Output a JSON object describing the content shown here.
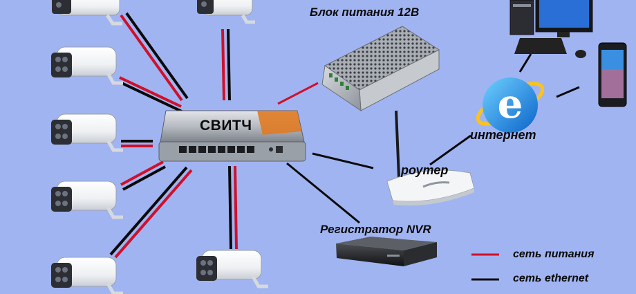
{
  "labels": {
    "switch": "СВИТЧ",
    "power_supply": "Блок питания 12В",
    "internet": "интернет",
    "router": "роутер",
    "nvr": "Регистратор NVR"
  },
  "legend": {
    "power": "сеть питания",
    "ethernet": "сеть ethernet"
  },
  "colors": {
    "background": "#a0b4f2",
    "power_line": "#d0102a",
    "ethernet_line": "#0a0a0a"
  },
  "icons": {
    "cameras": "cctv-camera-icon",
    "switch": "network-switch-icon",
    "power_supply": "power-supply-icon",
    "router": "wifi-router-icon",
    "nvr": "nvr-recorder-icon",
    "internet": "internet-explorer-icon",
    "computer": "desktop-computer-icon",
    "phone": "smartphone-icon"
  }
}
